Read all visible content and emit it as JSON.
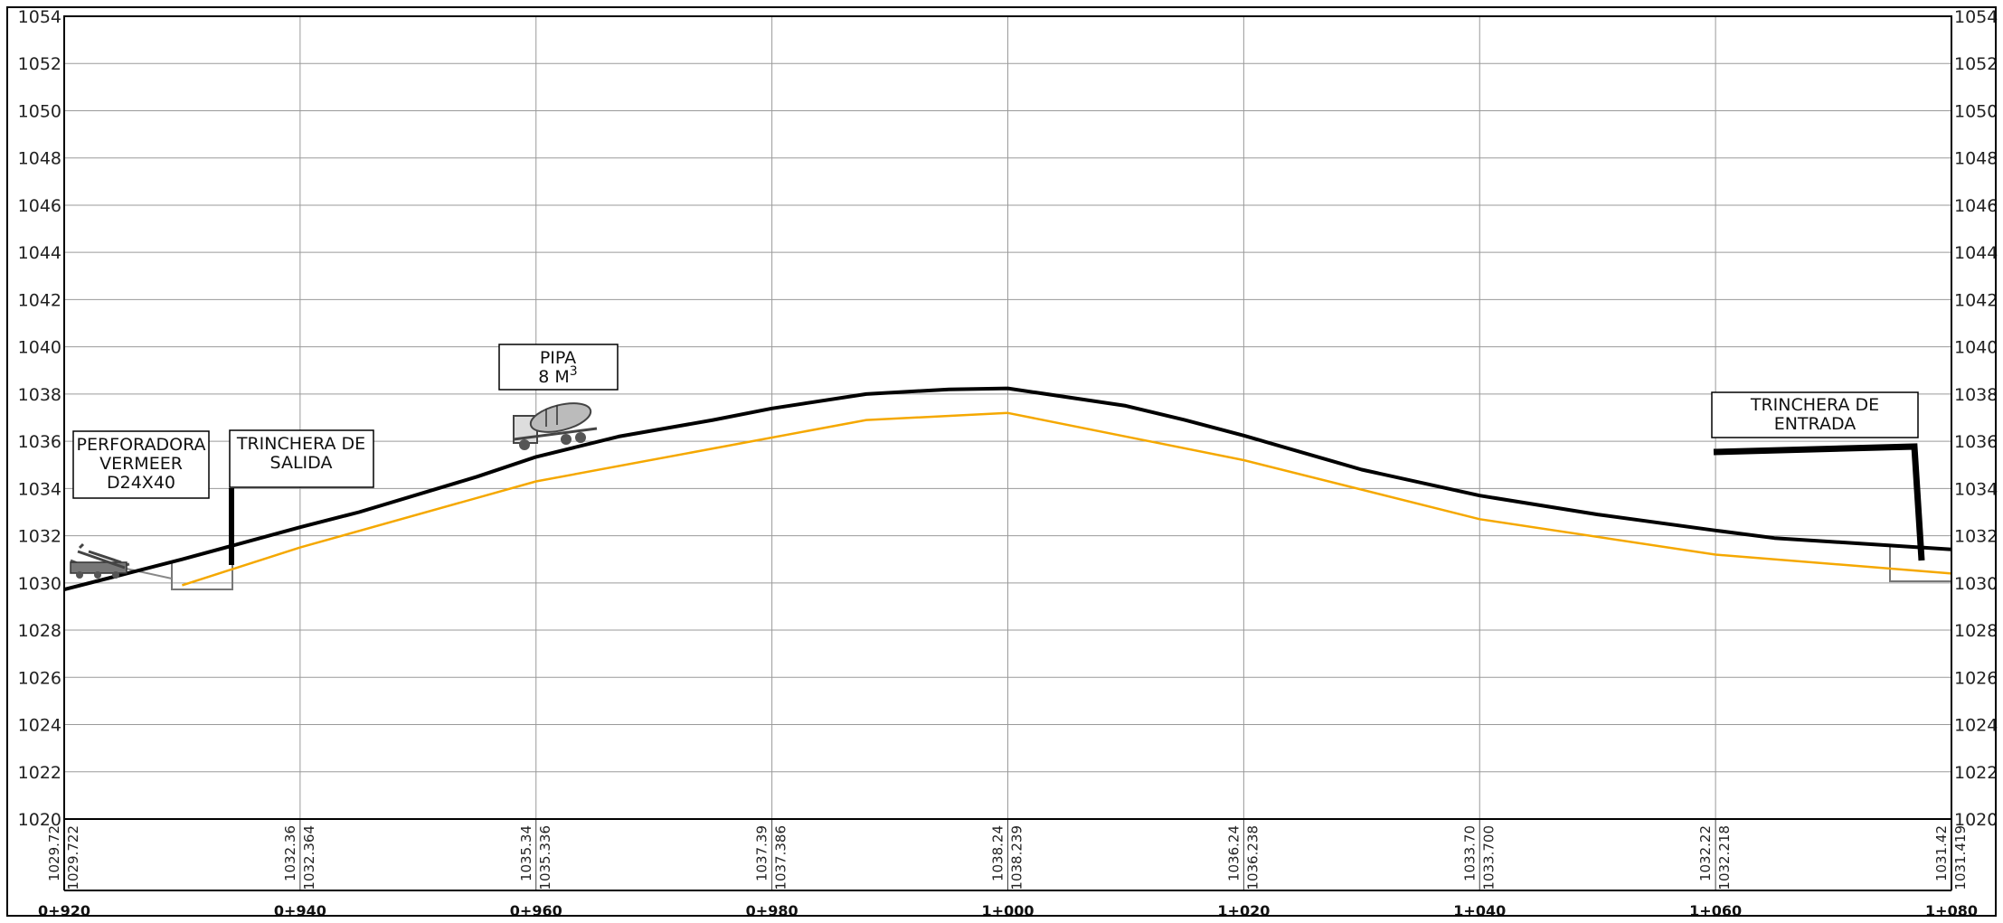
{
  "chart_data": {
    "type": "line",
    "title": "",
    "xlabel": "",
    "ylabel": "",
    "xlim": [
      920,
      1080
    ],
    "ylim": [
      1020,
      1054
    ],
    "grid": true,
    "yticks": [
      "1020",
      "1022",
      "1024",
      "1026",
      "1028",
      "1030",
      "1032",
      "1034",
      "1036",
      "1038",
      "1040",
      "1042",
      "1044",
      "1046",
      "1048",
      "1050",
      "1052",
      "1054"
    ],
    "stations": [
      {
        "x": 920,
        "label": "0+920",
        "v1": "1029.72",
        "v2": "1029.722"
      },
      {
        "x": 940,
        "label": "0+940",
        "v1": "1032.36",
        "v2": "1032.364"
      },
      {
        "x": 960,
        "label": "0+960",
        "v1": "1035.34",
        "v2": "1035.336"
      },
      {
        "x": 980,
        "label": "0+980",
        "v1": "1037.39",
        "v2": "1037.386"
      },
      {
        "x": 1000,
        "label": "1+000",
        "v1": "1038.24",
        "v2": "1038.239"
      },
      {
        "x": 1020,
        "label": "1+020",
        "v1": "1036.24",
        "v2": "1036.238"
      },
      {
        "x": 1040,
        "label": "1+040",
        "v1": "1033.70",
        "v2": "1033.700"
      },
      {
        "x": 1060,
        "label": "1+060",
        "v1": "1032.22",
        "v2": "1032.218"
      },
      {
        "x": 1080,
        "label": "1+080",
        "v1": "1031.42",
        "v2": "1031.419"
      }
    ],
    "series": [
      {
        "color": "#000000",
        "points": [
          [
            920,
            1029.72
          ],
          [
            930,
            1031.0
          ],
          [
            940,
            1032.36
          ],
          [
            945,
            1033.0
          ],
          [
            955,
            1034.5
          ],
          [
            960,
            1035.34
          ],
          [
            967,
            1036.2
          ],
          [
            975,
            1036.9
          ],
          [
            980,
            1037.39
          ],
          [
            988,
            1038.0
          ],
          [
            995,
            1038.2
          ],
          [
            1000,
            1038.24
          ],
          [
            1010,
            1037.5
          ],
          [
            1015,
            1036.9
          ],
          [
            1020,
            1036.24
          ],
          [
            1030,
            1034.8
          ],
          [
            1040,
            1033.7
          ],
          [
            1050,
            1032.9
          ],
          [
            1060,
            1032.22
          ],
          [
            1065,
            1031.9
          ],
          [
            1080,
            1031.42
          ]
        ]
      },
      {
        "color": "#f5a800",
        "points": [
          [
            930,
            1029.9
          ],
          [
            940,
            1031.5
          ],
          [
            960,
            1034.3
          ],
          [
            988,
            1036.9
          ],
          [
            1000,
            1037.2
          ],
          [
            1020,
            1035.2
          ],
          [
            1040,
            1032.7
          ],
          [
            1060,
            1031.2
          ],
          [
            1080,
            1030.4
          ]
        ]
      }
    ],
    "annotations": [
      {
        "id": "perforadora",
        "lines": [
          "PERFORADORA",
          "VERMEER",
          "D24X40"
        ]
      },
      {
        "id": "salida",
        "lines": [
          "TRINCHERA DE",
          "SALIDA"
        ]
      },
      {
        "id": "pipa",
        "lines": [
          "PIPA",
          "8 M",
          "3"
        ]
      },
      {
        "id": "entrada",
        "lines": [
          "TRINCHERA DE",
          "ENTRADA"
        ]
      }
    ]
  }
}
